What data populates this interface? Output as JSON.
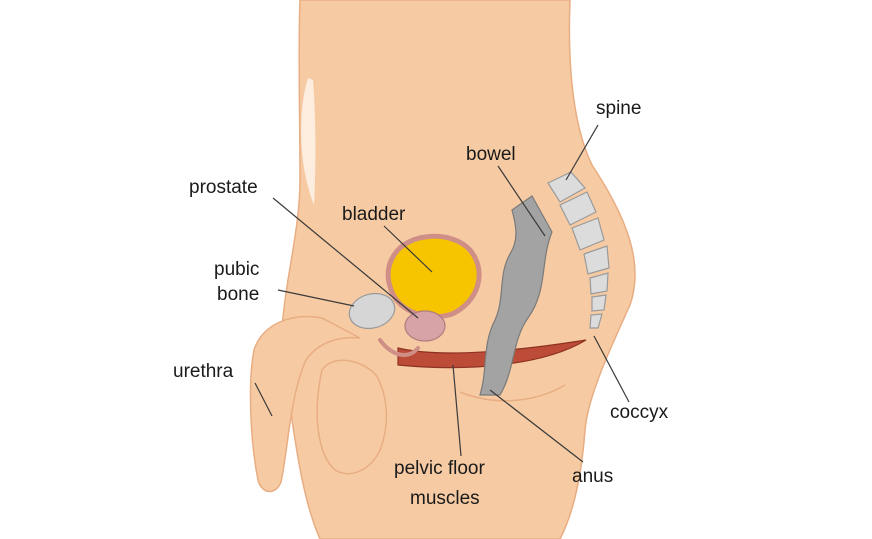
{
  "labels": {
    "spine": "spine",
    "bowel": "bowel",
    "prostate": "prostate",
    "bladder": "bladder",
    "pubic_bone_1": "pubic",
    "pubic_bone_2": "bone",
    "urethra": "urethra",
    "coccyx": "coccyx",
    "anus": "anus",
    "pelvic_floor_1": "pelvic floor",
    "pelvic_floor_2": "muscles"
  },
  "colors": {
    "skin": "#f6cba3",
    "skin_line": "#e8ad82",
    "bladder_fill": "#f7c500",
    "bladder_rim": "#cf8f86",
    "prostate": "#d7a3a6",
    "bone": "#d6d6d6",
    "bowel": "#a3a3a3",
    "muscle": "#bc4c37"
  }
}
